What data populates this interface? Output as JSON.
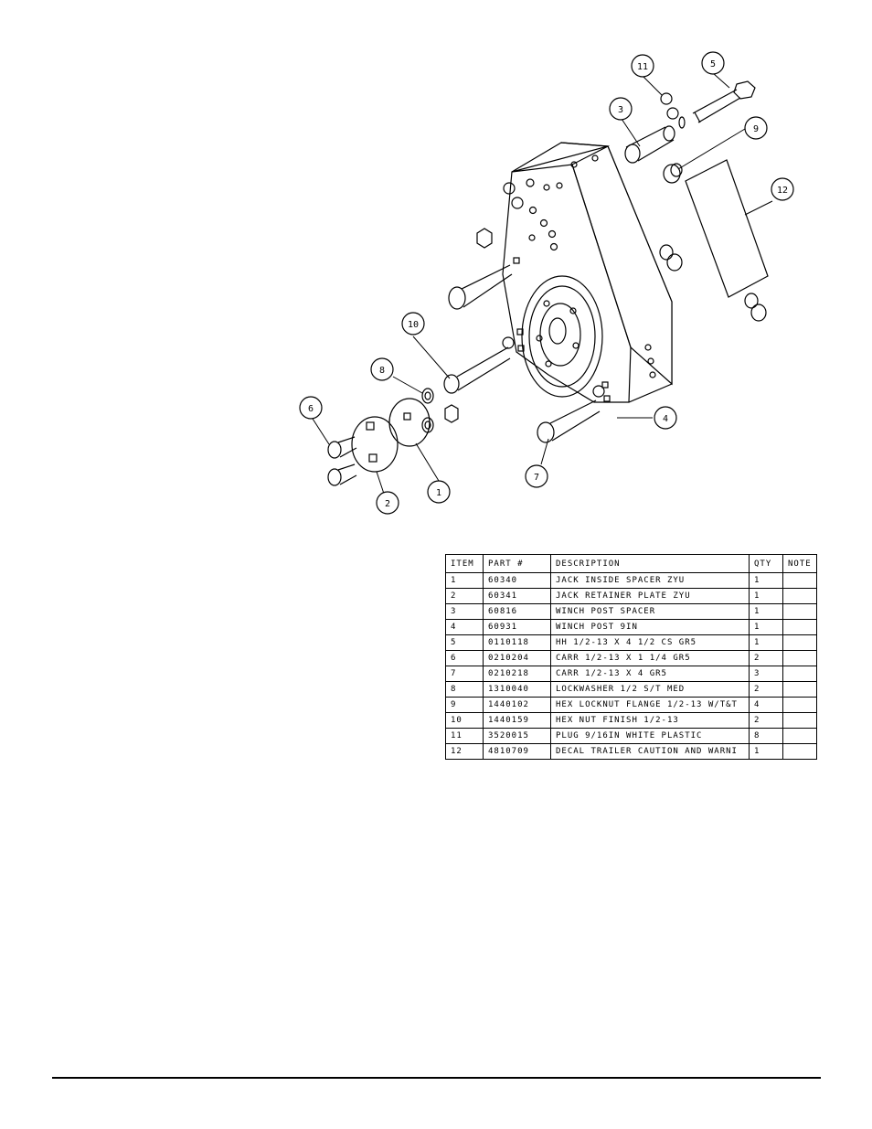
{
  "balloons": [
    "1",
    "2",
    "3",
    "4",
    "5",
    "6",
    "7",
    "8",
    "9",
    "10",
    "11",
    "12"
  ],
  "table": {
    "headers": {
      "item": "ITEM",
      "part": "PART #",
      "description": "DESCRIPTION",
      "qty": "QTY",
      "note": "NOTE"
    },
    "rows": [
      {
        "item": "1",
        "part": "60340",
        "description": "JACK INSIDE SPACER ZYU",
        "qty": "1",
        "note": ""
      },
      {
        "item": "2",
        "part": "60341",
        "description": "JACK RETAINER PLATE ZYU",
        "qty": "1",
        "note": ""
      },
      {
        "item": "3",
        "part": "60816",
        "description": "WINCH POST SPACER",
        "qty": "1",
        "note": ""
      },
      {
        "item": "4",
        "part": "60931",
        "description": "WINCH POST 9IN",
        "qty": "1",
        "note": ""
      },
      {
        "item": "5",
        "part": "0110118",
        "description": "HH 1/2-13 X 4 1/2 CS GR5",
        "qty": "1",
        "note": ""
      },
      {
        "item": "6",
        "part": "0210204",
        "description": "CARR 1/2-13 X 1 1/4 GR5",
        "qty": "2",
        "note": ""
      },
      {
        "item": "7",
        "part": "0210218",
        "description": "CARR 1/2-13 X 4 GR5",
        "qty": "3",
        "note": ""
      },
      {
        "item": "8",
        "part": "1310040",
        "description": "LOCKWASHER 1/2 S/T MED",
        "qty": "2",
        "note": ""
      },
      {
        "item": "9",
        "part": "1440102",
        "description": "HEX LOCKNUT FLANGE 1/2-13 W/T&T",
        "qty": "4",
        "note": ""
      },
      {
        "item": "10",
        "part": "1440159",
        "description": "HEX NUT FINISH 1/2-13",
        "qty": "2",
        "note": ""
      },
      {
        "item": "11",
        "part": "3520015",
        "description": "PLUG   9/16IN WHITE PLASTIC",
        "qty": "8",
        "note": ""
      },
      {
        "item": "12",
        "part": "4810709",
        "description": "DECAL TRAILER CAUTION AND WARNI",
        "qty": "1",
        "note": ""
      }
    ]
  }
}
